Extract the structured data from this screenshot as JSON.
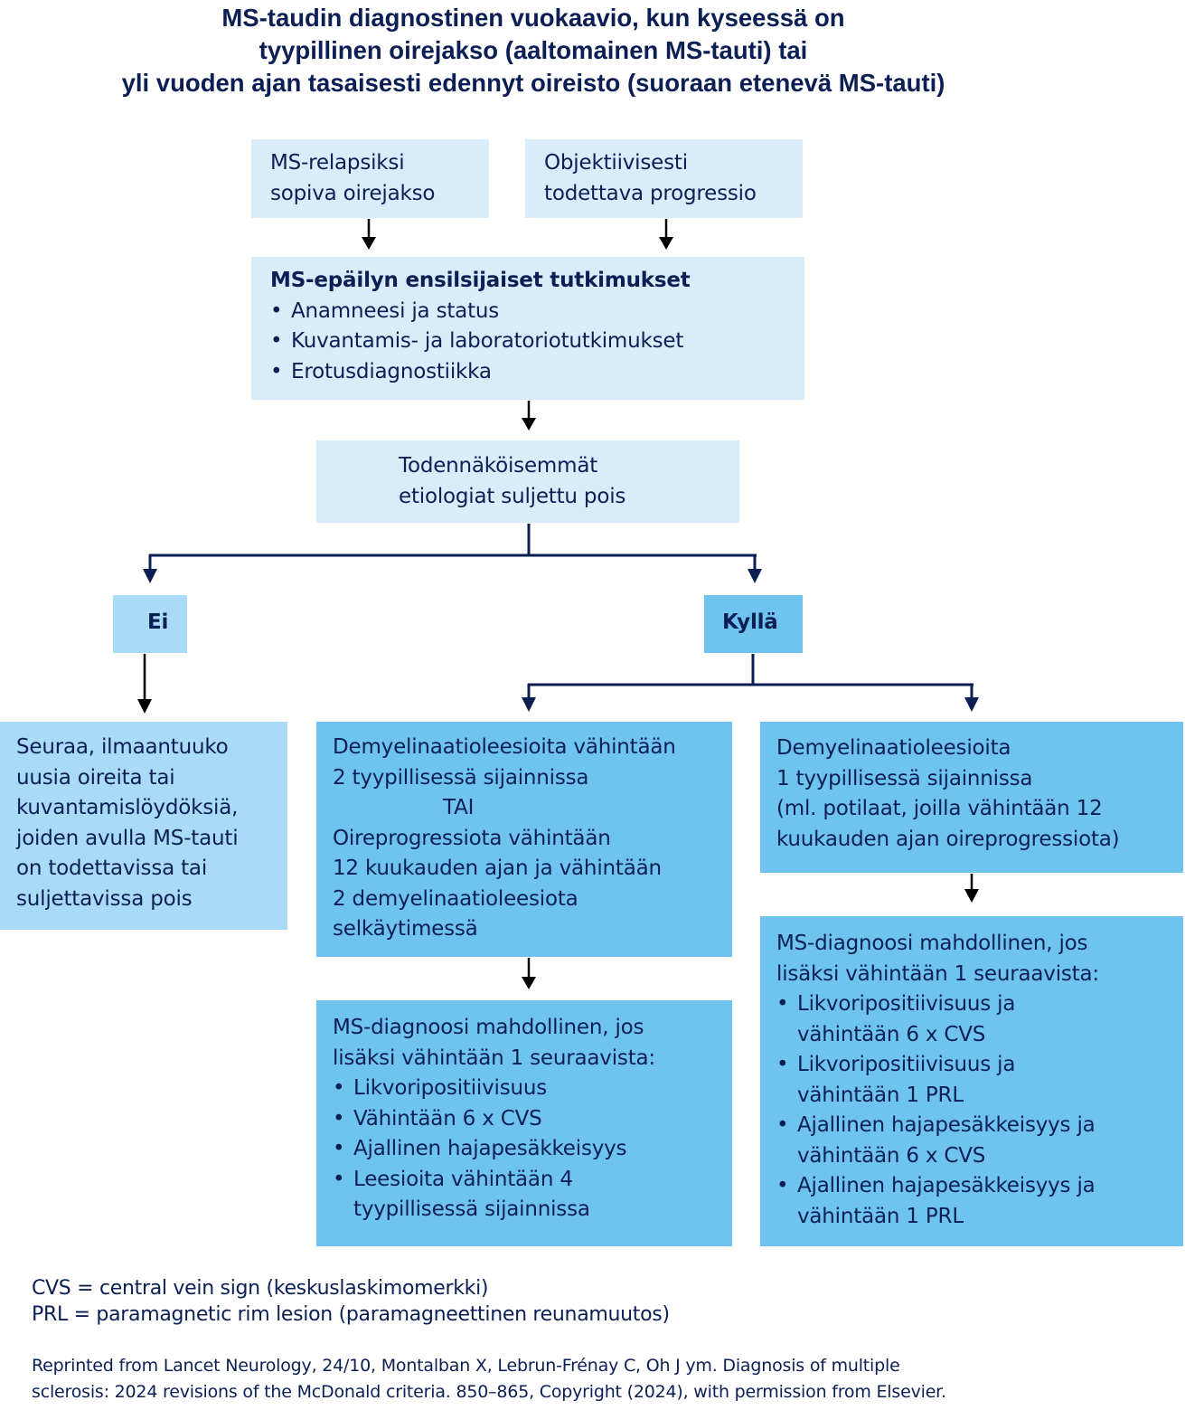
{
  "title": {
    "lines": [
      "MS-taudin diagnostinen vuokaavio, kun kyseessä on",
      "tyypillinen oirejakso (aaltomainen MS-tauti) tai",
      "yli vuoden ajan tasaisesti edennyt oireisto (suoraan etenevä MS-tauti)"
    ]
  },
  "colors": {
    "text": "#0c1f55",
    "box_pale": "#d8edf9",
    "box_mid": "#a9dbf6",
    "box_strong": "#6ec4ef",
    "connector_dark": "#0c1f55",
    "connector_black": "#000000"
  },
  "nodes": {
    "relapse": {
      "lines": [
        "MS-relapsiksi",
        "sopiva oirejakso"
      ]
    },
    "progression": {
      "lines": [
        "Objektiivisesti",
        "todettava progressio"
      ]
    },
    "initial_tests": {
      "heading": "MS-epäilyn ensilsijaiset tutkimukset",
      "items": [
        "Anamneesi ja status",
        "Kuvantamis- ja laboratoriotutkimukset",
        "Erotusdiagnostiikka"
      ]
    },
    "excluded": {
      "lines": [
        "Todennäköisemmät",
        "etiologiat suljettu pois"
      ]
    },
    "no": {
      "label": "Ei"
    },
    "yes": {
      "label": "Kyllä"
    },
    "follow_up": {
      "lines": [
        "Seuraa, ilmaantuuko",
        "uusia oireita tai",
        "kuvantamislöydöksiä,",
        "joiden avulla MS-tauti",
        "on todettavissa tai",
        "suljettavissa pois"
      ]
    },
    "lesions_two": {
      "lines": [
        "Demyelinaatioleesioita vähintään",
        "2 tyypillisessä sijainnissa"
      ],
      "or": "TAI",
      "lines_after": [
        "Oireprogressiota vähintään",
        "12 kuukauden ajan ja vähintään",
        "2 demyelinaatioleesiota",
        "selkäytimessä"
      ]
    },
    "lesions_one": {
      "lines": [
        "Demyelinaatioleesioita",
        "1 tyypillisessä sijainnissa",
        "(ml. potilaat, joilla vähintään 12",
        "kuukauden ajan oireprogressiota)"
      ]
    },
    "diagnosis_left": {
      "lines": [
        "MS-diagnoosi mahdollinen, jos",
        "lisäksi vähintään 1 seuraavista:"
      ],
      "items": [
        [
          "Likvoripositiivisuus"
        ],
        [
          "Vähintään 6 x CVS"
        ],
        [
          "Ajallinen hajapesäkkeisyys"
        ],
        [
          "Leesioita vähintään 4",
          "tyypillisessä sijainnissa"
        ]
      ]
    },
    "diagnosis_right": {
      "lines": [
        "MS-diagnoosi mahdollinen, jos",
        "lisäksi vähintään 1 seuraavista:"
      ],
      "items": [
        [
          "Likvoripositiivisuus ja",
          "vähintään 6 x CVS"
        ],
        [
          "Likvoripositiivisuus ja",
          "vähintään 1 PRL"
        ],
        [
          "Ajallinen hajapesäkkeisyys ja",
          "vähintään 6 x CVS"
        ],
        [
          "Ajallinen hajapesäkkeisyys ja",
          "vähintään 1 PRL"
        ]
      ]
    }
  },
  "abbreviations": [
    "CVS = central vein sign (keskuslaskimomerkki)",
    "PRL = paramagnetic rim lesion (paramagneettinen reunamuutos)"
  ],
  "credit": [
    "Reprinted from Lancet Neurology, 24/10, Montalban X, Lebrun-Frénay C, Oh J ym. Diagnosis of multiple",
    "sclerosis: 2024 revisions of the McDonald criteria. 850–865, Copyright (2024), with permission from Elsevier."
  ]
}
